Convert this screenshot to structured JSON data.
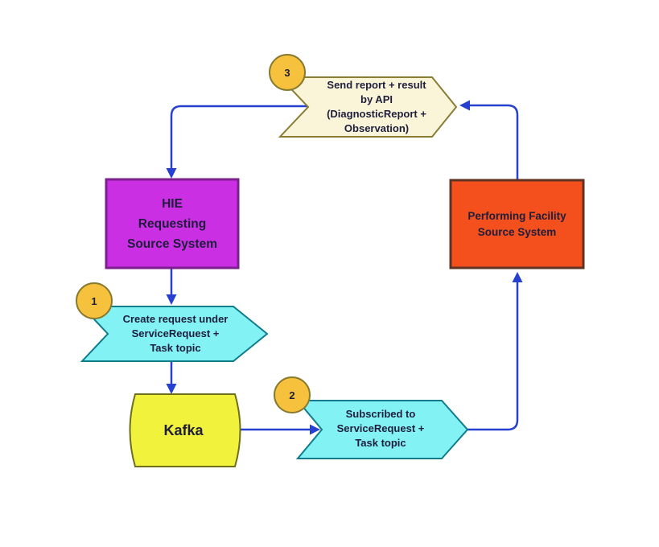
{
  "diagram": {
    "type": "flowchart",
    "nodes": {
      "step3": {
        "label": "Send report + result\nby API\n(DiagnosticReport +\nObservation)",
        "badge": "3",
        "shape": "chevron-arrow",
        "fill": "#faf5d8",
        "stroke": "#8a7c33"
      },
      "hie": {
        "label": "HIE\nRequesting\nSource System",
        "shape": "rectangle",
        "fill": "#cb2fe3",
        "stroke": "#7c1f8f"
      },
      "step1": {
        "label": "Create request under\nServiceRequest +\nTask topic",
        "badge": "1",
        "shape": "chevron-arrow",
        "fill": "#82f2f5",
        "stroke": "#117c8c"
      },
      "kafka": {
        "label": "Kafka",
        "shape": "stored-data-cylinder",
        "fill": "#f1f23b",
        "stroke": "#6f6e1d"
      },
      "step2": {
        "label": "Subscribed to\nServiceRequest +\nTask topic",
        "badge": "2",
        "shape": "chevron-arrow",
        "fill": "#82f2f5",
        "stroke": "#117c8c"
      },
      "performing": {
        "label": "Performing Facility\nSource System",
        "shape": "rectangle",
        "fill": "#f4501e",
        "stroke": "#5f3222"
      }
    },
    "connectors": {
      "color": "#2640cf",
      "flow": [
        "step3 -> hie",
        "hie -> step1",
        "step1 -> kafka",
        "kafka -> step2",
        "step2 -> performing",
        "performing -> step3"
      ]
    },
    "badge_style": {
      "fill": "#f6c23e",
      "stroke": "#877a2e"
    },
    "text_color": "#1e1e3c",
    "background": "#ffffff"
  }
}
